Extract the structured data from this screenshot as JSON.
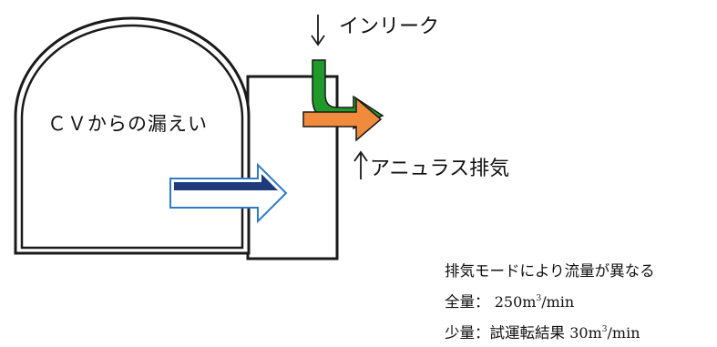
{
  "labels": {
    "containment": "ＣＶからの漏えい",
    "in_leak": "インリーク",
    "annulus_exhaust": "アニュラス排気"
  },
  "notes": {
    "line1": "排気モードにより流量が異なる",
    "line2_prefix": "全量：",
    "line2_value": "250m",
    "line2_sup": "3",
    "line2_unit": "/min",
    "line3_prefix": "少量：試運転結果",
    "line3_value": "30m",
    "line3_sup": "3",
    "line3_unit": "/min"
  },
  "colors": {
    "outline": "#1a1a1a",
    "leak_arrow_fill": "#1f3a7a",
    "leak_arrow_stroke": "#2e7bc8",
    "in_leak_arrow": "#1f9a2a",
    "annulus_arrow": "#f08a3c"
  },
  "icons": {
    "down_arrow": "down-arrow-icon",
    "up_arrow": "up-arrow-icon"
  }
}
